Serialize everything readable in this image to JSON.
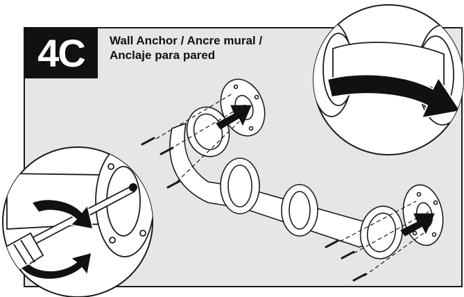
{
  "step": {
    "number": "4C",
    "title_line1": "Wall Anchor / Ancre mural /",
    "title_line2": "Anclaje para pared"
  },
  "colors": {
    "panel_background": "#e6e6e6",
    "outline": "#1a1a1a",
    "badge": "#111111",
    "arrow": "#111111",
    "hardware": "#ffffff"
  },
  "illustration": {
    "parts": [
      "grab-bar",
      "wall-flange-left",
      "wall-flange-right",
      "mounting-screws",
      "screwdriver"
    ],
    "insets": [
      "screwdriver-tightening-detail",
      "flange-rotation-detail"
    ],
    "arrows": [
      "insert-arrow-left",
      "insert-arrow-right",
      "rotate-arrow-detail",
      "rotate-arrow-screwdriver"
    ]
  }
}
